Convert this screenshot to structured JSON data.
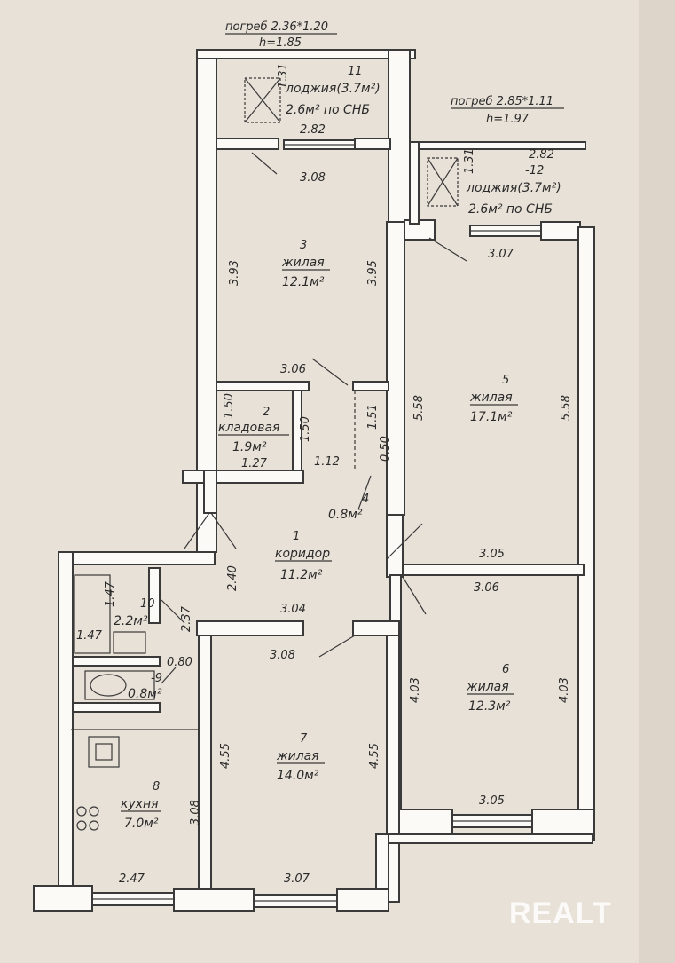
{
  "plan": {
    "rooms": [
      {
        "id": "r1",
        "number": "1",
        "name": "коридор",
        "area": "11.2м²"
      },
      {
        "id": "r2",
        "number": "2",
        "name": "кладовая",
        "area": "1.9м²"
      },
      {
        "id": "r3",
        "number": "3",
        "name": "жилая",
        "area": "12.1м²"
      },
      {
        "id": "r4",
        "number": "4",
        "name": "",
        "area": "0.8м²"
      },
      {
        "id": "r5",
        "number": "5",
        "name": "жилая",
        "area": "17.1м²"
      },
      {
        "id": "r6",
        "number": "6",
        "name": "жилая",
        "area": "12.3м²"
      },
      {
        "id": "r7",
        "number": "7",
        "name": "жилая",
        "area": "14.0м²"
      },
      {
        "id": "r8",
        "number": "8",
        "name": "кухня",
        "area": "7.0м²"
      },
      {
        "id": "r9",
        "number": "-9",
        "name": "",
        "area": "0.8м²"
      },
      {
        "id": "r10",
        "number": "10",
        "name": "",
        "area": "2.2м²"
      }
    ],
    "loggias": [
      {
        "id": "l11",
        "number": "11",
        "name": "лоджия(3.7м²)",
        "snb": "2.6м² по СНБ",
        "cellar": "погреб 2.36*1.20",
        "height": "h=1.85",
        "width": "2.82",
        "side": "1.31"
      },
      {
        "id": "l12",
        "number": "-12",
        "name": "лоджия(3.7м²)",
        "snb": "2.6м² по СНБ",
        "cellar": "погреб 2.85*1.11",
        "height": "h=1.97",
        "width": "2.82",
        "side": "1.31"
      }
    ],
    "dimensions": {
      "r3_top": "3.08",
      "r3_left": "3.93",
      "r3_right": "3.95",
      "r3_bottom": "3.06",
      "r2_left": "1.50",
      "r2_right": "1.50",
      "r2_bottom": "1.27",
      "r4_right": "1.51",
      "r4_width": "0.50",
      "corr_112": "1.12",
      "r5_top": "3.07",
      "r5_left": "5.58",
      "r5_right": "5.58",
      "r5_bottom": "3.05",
      "r6_top": "3.06",
      "r6_left": "4.03",
      "r6_right": "4.03",
      "r6_bottom": "3.05",
      "corr_240": "2.40",
      "corr_304": "3.04",
      "r7_top": "3.08",
      "r7_left": "4.55",
      "r7_right": "4.55",
      "r7_bottom": "3.07",
      "r10_left": "1.47",
      "r10_bottom": "1.47",
      "r10_right": "2.37",
      "r9_width": "0.80",
      "r8_right": "3.08",
      "r8_bottom": "2.47"
    },
    "watermark": "REALT"
  }
}
